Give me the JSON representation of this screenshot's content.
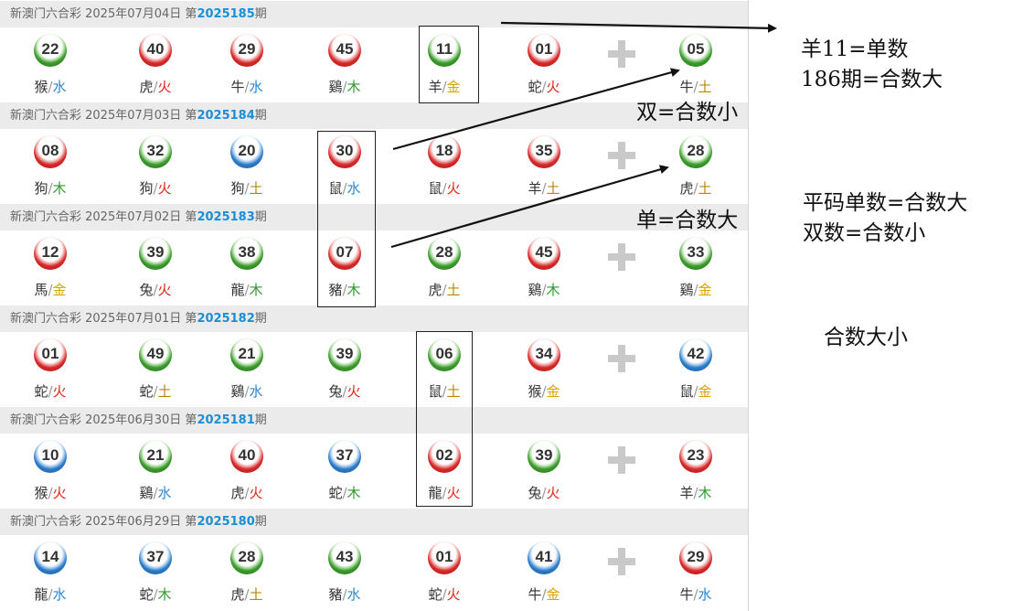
{
  "draws": [
    {
      "prefix": "新澳门六合彩 2025年07月04日 第",
      "issue": "2025185",
      "suffix": "期",
      "balls": [
        {
          "num": "22",
          "color": "green",
          "zodiac": "猴",
          "element": "水"
        },
        {
          "num": "40",
          "color": "red",
          "zodiac": "虎",
          "element": "火"
        },
        {
          "num": "29",
          "color": "red",
          "zodiac": "牛",
          "element": "水"
        },
        {
          "num": "45",
          "color": "red",
          "zodiac": "鷄",
          "element": "木"
        },
        {
          "num": "11",
          "color": "green",
          "zodiac": "羊",
          "element": "金"
        },
        {
          "num": "01",
          "color": "red",
          "zodiac": "蛇",
          "element": "火"
        },
        {
          "num": "05",
          "color": "green",
          "zodiac": "牛",
          "element": "土"
        }
      ]
    },
    {
      "prefix": "新澳门六合彩 2025年07月03日 第",
      "issue": "2025184",
      "suffix": "期",
      "balls": [
        {
          "num": "08",
          "color": "red",
          "zodiac": "狗",
          "element": "木"
        },
        {
          "num": "32",
          "color": "green",
          "zodiac": "狗",
          "element": "火"
        },
        {
          "num": "20",
          "color": "blue",
          "zodiac": "狗",
          "element": "土"
        },
        {
          "num": "30",
          "color": "red",
          "zodiac": "鼠",
          "element": "水"
        },
        {
          "num": "18",
          "color": "red",
          "zodiac": "鼠",
          "element": "火"
        },
        {
          "num": "35",
          "color": "red",
          "zodiac": "羊",
          "element": "土"
        },
        {
          "num": "28",
          "color": "green",
          "zodiac": "虎",
          "element": "土"
        }
      ]
    },
    {
      "prefix": "新澳门六合彩 2025年07月02日 第",
      "issue": "2025183",
      "suffix": "期",
      "balls": [
        {
          "num": "12",
          "color": "red",
          "zodiac": "馬",
          "element": "金"
        },
        {
          "num": "39",
          "color": "green",
          "zodiac": "兔",
          "element": "火"
        },
        {
          "num": "38",
          "color": "green",
          "zodiac": "龍",
          "element": "木"
        },
        {
          "num": "07",
          "color": "red",
          "zodiac": "豬",
          "element": "木"
        },
        {
          "num": "28",
          "color": "green",
          "zodiac": "虎",
          "element": "土"
        },
        {
          "num": "45",
          "color": "red",
          "zodiac": "鷄",
          "element": "木"
        },
        {
          "num": "33",
          "color": "green",
          "zodiac": "鷄",
          "element": "金"
        }
      ]
    },
    {
      "prefix": "新澳门六合彩 2025年07月01日 第",
      "issue": "2025182",
      "suffix": "期",
      "balls": [
        {
          "num": "01",
          "color": "red",
          "zodiac": "蛇",
          "element": "火"
        },
        {
          "num": "49",
          "color": "green",
          "zodiac": "蛇",
          "element": "土"
        },
        {
          "num": "21",
          "color": "green",
          "zodiac": "鷄",
          "element": "水"
        },
        {
          "num": "39",
          "color": "green",
          "zodiac": "兔",
          "element": "火"
        },
        {
          "num": "06",
          "color": "green",
          "zodiac": "鼠",
          "element": "土"
        },
        {
          "num": "34",
          "color": "red",
          "zodiac": "猴",
          "element": "金"
        },
        {
          "num": "42",
          "color": "blue",
          "zodiac": "鼠",
          "element": "金"
        }
      ]
    },
    {
      "prefix": "新澳门六合彩 2025年06月30日 第",
      "issue": "2025181",
      "suffix": "期",
      "balls": [
        {
          "num": "10",
          "color": "blue",
          "zodiac": "猴",
          "element": "火"
        },
        {
          "num": "21",
          "color": "green",
          "zodiac": "鷄",
          "element": "水"
        },
        {
          "num": "40",
          "color": "red",
          "zodiac": "虎",
          "element": "火"
        },
        {
          "num": "37",
          "color": "blue",
          "zodiac": "蛇",
          "element": "木"
        },
        {
          "num": "02",
          "color": "red",
          "zodiac": "龍",
          "element": "火"
        },
        {
          "num": "39",
          "color": "green",
          "zodiac": "兔",
          "element": "火"
        },
        {
          "num": "23",
          "color": "red",
          "zodiac": "羊",
          "element": "木"
        }
      ]
    },
    {
      "prefix": "新澳门六合彩 2025年06月29日 第",
      "issue": "2025180",
      "suffix": "期",
      "balls": [
        {
          "num": "14",
          "color": "blue",
          "zodiac": "龍",
          "element": "水"
        },
        {
          "num": "37",
          "color": "blue",
          "zodiac": "蛇",
          "element": "木"
        },
        {
          "num": "28",
          "color": "green",
          "zodiac": "虎",
          "element": "土"
        },
        {
          "num": "43",
          "color": "green",
          "zodiac": "豬",
          "element": "水"
        },
        {
          "num": "01",
          "color": "red",
          "zodiac": "蛇",
          "element": "火"
        },
        {
          "num": "41",
          "color": "blue",
          "zodiac": "牛",
          "element": "金"
        },
        {
          "num": "29",
          "color": "red",
          "zodiac": "牛",
          "element": "水"
        }
      ]
    }
  ],
  "separator": "/",
  "annotations": {
    "note1_line1": "羊11=单数",
    "note1_line2": "186期=合数大",
    "note2": "双=合数小",
    "note3": "单=合数大",
    "note4_line1": "平码单数=合数大",
    "note4_line2": "双数=合数小",
    "note5": "合数大小"
  },
  "colors": {
    "red": "#d62a2a",
    "green": "#3c9a2c",
    "blue": "#2c7cc9",
    "issue_blue": "#1a8fd6",
    "header_bg": "#ebebeb"
  }
}
